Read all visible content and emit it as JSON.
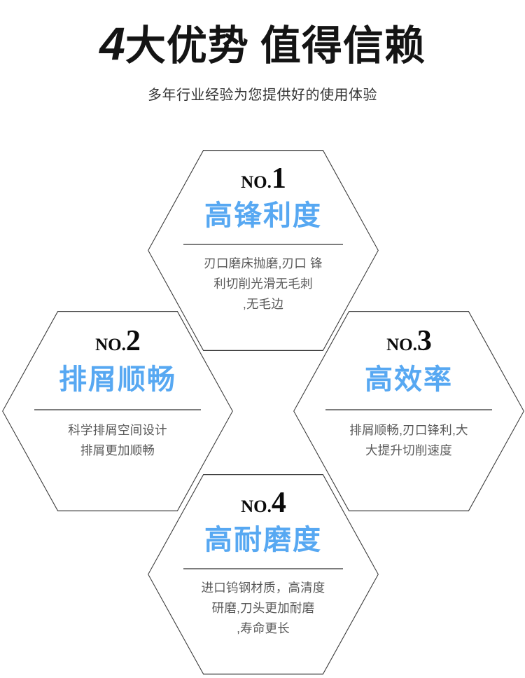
{
  "header": {
    "title_number": "4",
    "title_part1": "大优势",
    "title_part2": "值得信赖",
    "subtitle": "多年行业经验为您提供好的使用体验"
  },
  "theme": {
    "accent_blue": "#57a8f2",
    "title_black": "#141414",
    "desc_gray": "#595959",
    "rule_gray": "#7d7d7d",
    "hex_border": "#3c3c3c",
    "background": "#ffffff"
  },
  "features": [
    {
      "no_word": "NO",
      "no_dot": ".",
      "no_digit": "1",
      "title": "高锋利度",
      "desc": "刃口磨床抛磨,刃口 锋\n利切削光滑无毛刺\n,无毛边"
    },
    {
      "no_word": "NO",
      "no_dot": ".",
      "no_digit": "2",
      "title": "排屑顺畅",
      "desc": "科学排屑空间设计\n排屑更加顺畅"
    },
    {
      "no_word": "NO",
      "no_dot": ".",
      "no_digit": "3",
      "title": "高效率",
      "desc": "排屑顺畅,刃口锋利,大\n大提升切削速度"
    },
    {
      "no_word": "NO",
      "no_dot": ".",
      "no_digit": "4",
      "title": "高耐磨度",
      "desc": "进口钨钢材质，高清度\n研磨,刀头更加耐磨\n,寿命更长"
    }
  ]
}
